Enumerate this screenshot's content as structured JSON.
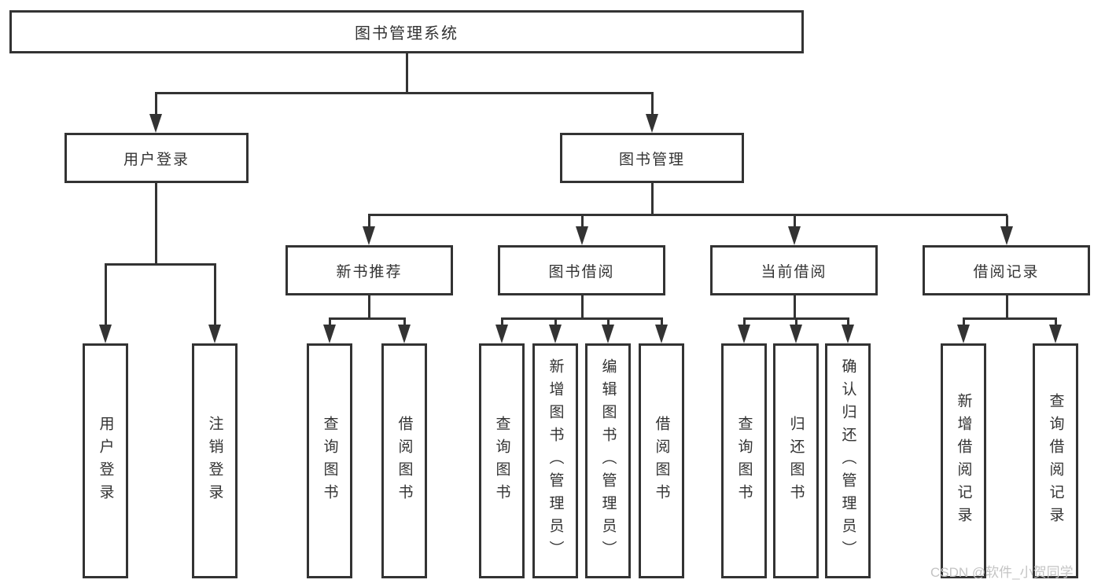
{
  "diagram": {
    "title": "图书管理系统",
    "colors": {
      "line": "#333333",
      "text": "#333333",
      "box_background": "#ffffff",
      "page_background": "#ffffff",
      "watermark": "#c4c4c4"
    },
    "level2": [
      {
        "label": "用户登录"
      },
      {
        "label": "图书管理"
      }
    ],
    "level3": [
      {
        "label": "新书推荐"
      },
      {
        "label": "图书借阅"
      },
      {
        "label": "当前借阅"
      },
      {
        "label": "借阅记录"
      }
    ],
    "leaves": {
      "user_login": [
        "用户登录",
        "注销登录"
      ],
      "new_book_recommend": [
        "查询图书",
        "借阅图书"
      ],
      "book_borrow": [
        "查询图书",
        "新增图书（管理员）",
        "编辑图书（管理员）",
        "借阅图书"
      ],
      "current_borrow": [
        "查询图书",
        "归还图书",
        "确认归还（管理员）"
      ],
      "borrow_records": [
        "新增借阅记录",
        "查询借阅记录"
      ]
    }
  },
  "watermark": {
    "text": "CSDN @软件_小贺同学"
  }
}
